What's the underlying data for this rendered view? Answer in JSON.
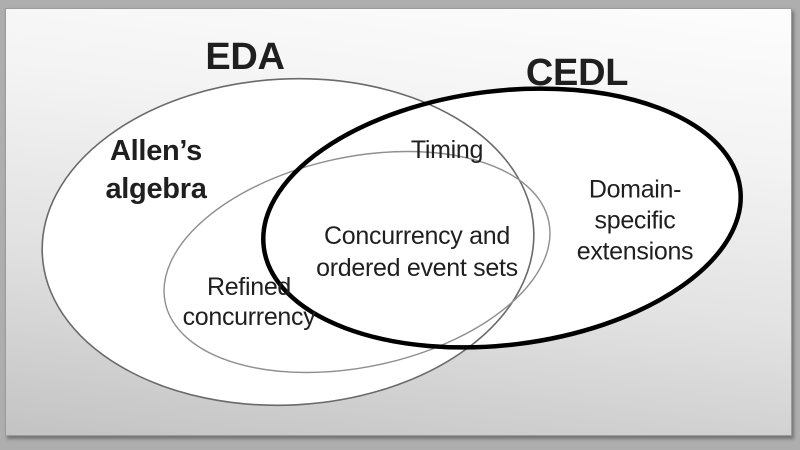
{
  "diagram": {
    "type": "venn",
    "titles": {
      "eda": "EDA",
      "cedl": "CEDL"
    },
    "labels": {
      "allens_algebra": "Allen’s\nalgebra",
      "timing": "Timing",
      "concurrency": "Concurrency and\nordered event sets",
      "refined": "Refined\nconcurrency",
      "domain_specific": "Domain-specific\nextensions"
    },
    "colors": {
      "ellipse_fill": "#ffffff",
      "eda_stroke": "#6a6a6a",
      "inner_stroke": "#8f8f8f",
      "cedl_stroke": "#000000",
      "text": "#1f1f1f"
    }
  }
}
